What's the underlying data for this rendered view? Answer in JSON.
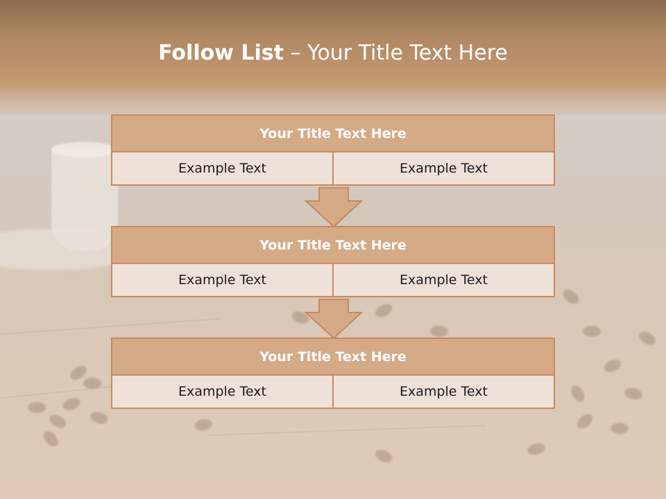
{
  "slide": {
    "title_bold": "Follow List",
    "title_rest": " – Your Title Text Here"
  },
  "colors": {
    "header_fill": "#d5aa87",
    "border": "#c58a5e",
    "row_fill": "#f0e1d8",
    "arrow_fill": "#d5aa87"
  },
  "blocks": [
    {
      "title": "Your Title Text Here",
      "left": "Example Text",
      "right": "Example Text"
    },
    {
      "title": "Your Title Text Here",
      "left": "Example Text",
      "right": "Example Text"
    },
    {
      "title": "Your Title Text Here",
      "left": "Example Text",
      "right": "Example Text"
    }
  ]
}
